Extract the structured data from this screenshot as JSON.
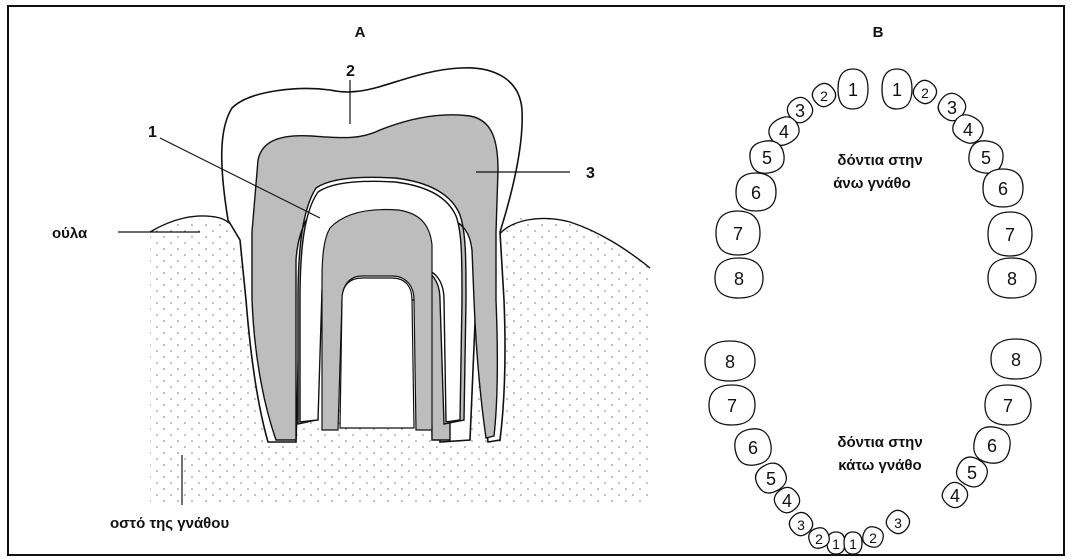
{
  "panel_a": {
    "title": "A",
    "labels": {
      "n1": "1",
      "n2": "2",
      "n3": "3",
      "gum": "ούλα",
      "bone": "οστό της γνάθου"
    }
  },
  "panel_b": {
    "title": "B",
    "upper_caption_line1": "δόντια στην",
    "upper_caption_line2": "άνω γνάθο",
    "lower_caption_line1": "δόντια στην",
    "lower_caption_line2": "κάτω γνάθο",
    "tooth_numbers": [
      "1",
      "2",
      "3",
      "4",
      "5",
      "6",
      "7",
      "8"
    ]
  },
  "colors": {
    "line": "#111111",
    "dentin_gray": "#bdbdbd",
    "bone_dots": "#777777"
  }
}
